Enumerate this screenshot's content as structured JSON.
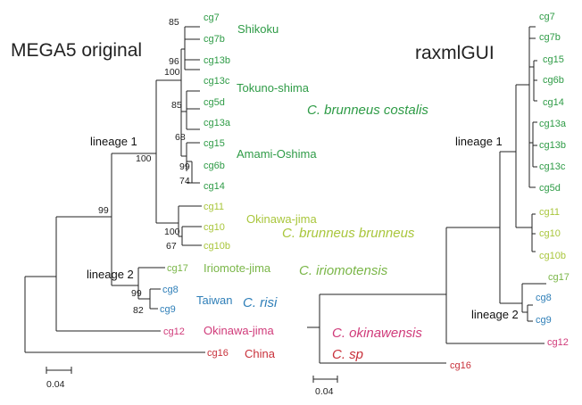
{
  "colors": {
    "green": "#2e9b46",
    "yellowgreen": "#a9c63c",
    "iriomote": "#7ab648",
    "blue": "#2f7fb8",
    "magenta": "#d03b7a",
    "red": "#c8303a",
    "branch": "#222222"
  },
  "left_tree": {
    "title": "MEGA5 original",
    "scale_label": "0.04",
    "lineage1": "lineage 1",
    "lineage2": "lineage 2",
    "tips": [
      "cg7",
      "cg7b",
      "cg13b",
      "cg13c",
      "cg5d",
      "cg13a",
      "cg15",
      "cg6b",
      "cg14",
      "cg11",
      "cg10",
      "cg10b",
      "cg17",
      "cg8",
      "cg9",
      "cg12",
      "cg16"
    ],
    "support": [
      "85",
      "96",
      "100",
      "85",
      "68",
      "100",
      "99",
      "74",
      "99",
      "100",
      "67",
      "99",
      "82"
    ],
    "locality": {
      "shikoku": "Shikoku",
      "tokuno": "Tokuno-shima",
      "amami": "Amami-Oshima",
      "okinawa": "Okinawa-jima",
      "iriomote": "Iriomote-jima",
      "taiwan": "Taiwan",
      "okinawa2": "Okinawa-jima",
      "china": "China"
    }
  },
  "right_tree": {
    "title": "raxmlGUI",
    "scale_label": "0.04",
    "lineage1": "lineage 1",
    "lineage2": "lineage 2",
    "tips": [
      "cg7",
      "cg7b",
      "cg15",
      "cg6b",
      "cg14",
      "cg13a",
      "cg13b",
      "cg13c",
      "cg5d",
      "cg11",
      "cg10",
      "cg10b",
      "cg17",
      "cg8",
      "cg9",
      "cg12",
      "cg16"
    ]
  },
  "species": {
    "costalis_genus": "C.",
    "costalis_rest": "brunneus costalis",
    "brunneus_genus": "C.",
    "brunneus_rest": "brunneus brunneus",
    "iriomotensis_genus": "C.",
    "iriomotensis_rest": "iriomotensis",
    "risi_genus": "C.",
    "risi_rest": "risi",
    "okinawensis_genus": "C.",
    "okinawensis_rest": "okinawensis",
    "sp_genus": "C.",
    "sp_rest": "sp"
  }
}
